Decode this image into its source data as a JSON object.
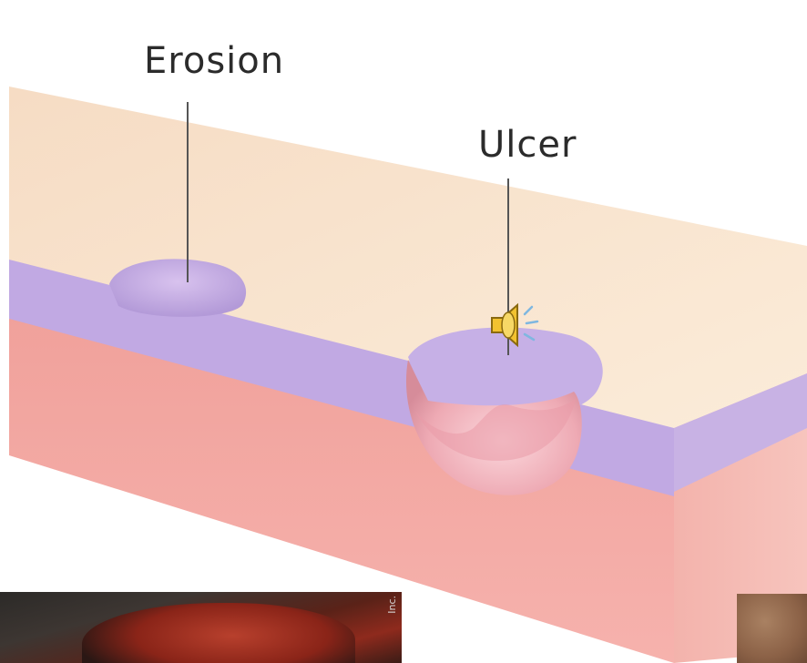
{
  "labels": {
    "erosion": "Erosion",
    "ulcer": "Ulcer"
  },
  "photo_left": {
    "credit": "Inc."
  },
  "colors": {
    "skin_top": "#f7e2c9",
    "epidermis": "#bfa6e2",
    "dermis": "#f2a6a0",
    "ulcer_wound": "#f1b9c0",
    "leader_line": "#555555"
  },
  "icons": [
    "speaker-icon"
  ]
}
